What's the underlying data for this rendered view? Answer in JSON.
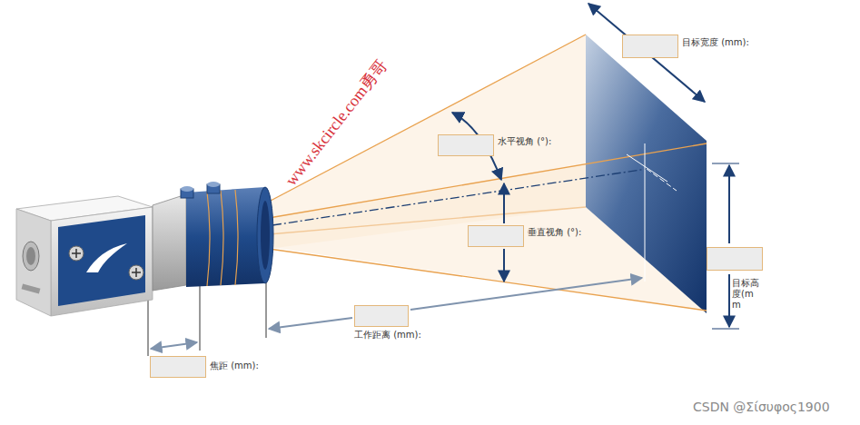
{
  "diagram": {
    "nodes": [
      {
        "text": [
          "目标宽度 (mm):"
        ]
      },
      {
        "text": [
          "水平视角 (°):"
        ]
      },
      {
        "text": [
          "垂直视角 (°):"
        ]
      },
      {
        "text": [
          "目标高度(mm"
        ]
      },
      {
        "text": [
          "工作距离 (mm):"
        ]
      },
      {
        "text": [
          "焦距 (mm):"
        ]
      }
    ],
    "labels": [
      "www.skcircle.com勇哥",
      "CSDN @Σίσυφος1900"
    ]
  }
}
